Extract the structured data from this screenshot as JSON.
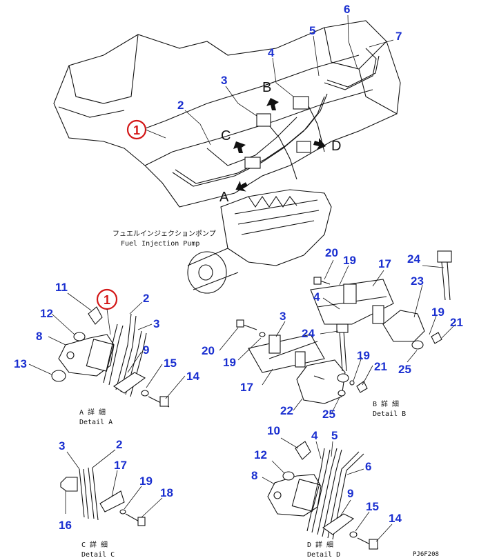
{
  "caption": {
    "pump_jp": "フュエルインジェクションポンプ",
    "pump_en": "Fuel Injection Pump"
  },
  "view_letters": {
    "a": "A",
    "b": "B",
    "c": "C",
    "d": "D"
  },
  "callout_highlight": "1",
  "details": {
    "a_jp": "A 詳 細",
    "a_en": "Detail A",
    "b_jp": "B 詳 細",
    "b_en": "Detail B",
    "c_jp": "C 詳 細",
    "c_en": "Detail C",
    "d_jp": "D 詳 細",
    "d_en": "Detail D"
  },
  "drawing_code": "PJ6F208",
  "numbers": {
    "main_6": "6",
    "main_7": "7",
    "main_5": "5",
    "main_4": "4",
    "main_3": "3",
    "main_2": "2",
    "a_11": "11",
    "a_2": "2",
    "a_3": "3",
    "a_12": "12",
    "a_8": "8",
    "a_9": "9",
    "a_13": "13",
    "a_15": "15",
    "a_14": "14",
    "b_20": "20",
    "b_19": "19",
    "b_17": "17",
    "b_24": "24",
    "b_23": "23",
    "b_4": "4",
    "b_19b": "19",
    "b_21": "21",
    "b_25": "25",
    "m_3": "3",
    "m_24": "24",
    "m_20": "20",
    "m_19": "19",
    "m_19b": "19",
    "m_21": "21",
    "m_17": "17",
    "m_22": "22",
    "m_25": "25",
    "c_3": "3",
    "c_2": "2",
    "c_17": "17",
    "c_19": "19",
    "c_18": "18",
    "c_16": "16",
    "d_10": "10",
    "d_4": "4",
    "d_5": "5",
    "d_12": "12",
    "d_6": "6",
    "d_8": "8",
    "d_9": "9",
    "d_15": "15",
    "d_14": "14"
  },
  "colors": {
    "callout_blue": "#1a2fd0",
    "highlight_red": "#d31717",
    "line": "#111111"
  }
}
